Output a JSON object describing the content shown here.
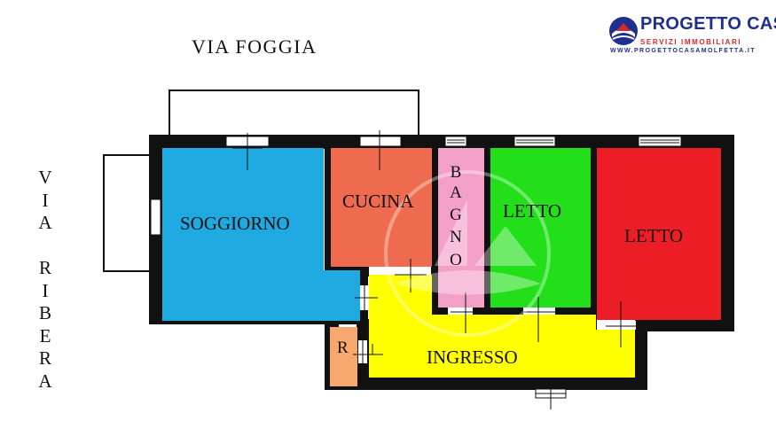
{
  "streets": {
    "top": "VIA  FOGGIA",
    "left": "V\nI\nA\n \nR\nI\nB\nE\nR\nA"
  },
  "logo": {
    "name": "PROGETTO CASA",
    "subtitle": "SERVIZI IMMOBILIARI",
    "website": "WWW.PROGETTOCASAMOLFETTA.IT",
    "icon": "house-wave-logo-icon"
  },
  "rooms": {
    "soggiorno": {
      "label": "SOGGIORNO",
      "color": "#1ea9e0"
    },
    "cucina": {
      "label": "CUCINA",
      "color": "#ef6b4f"
    },
    "bagno": {
      "label_letters": [
        "B",
        "A",
        "G",
        "N",
        "O"
      ],
      "color": "#f3a0c9"
    },
    "letto1": {
      "label": "LETTO",
      "color": "#22df1a"
    },
    "letto2": {
      "label": "LETTO",
      "color": "#ec1d24"
    },
    "ingresso": {
      "label": "INGRESSO",
      "color": "#ffff00"
    },
    "ripostiglio": {
      "label": "R",
      "color": "#f7a86e"
    }
  },
  "colors": {
    "wall": "#111111",
    "logo_blue": "#1f2f8f",
    "logo_red": "#d42a2a"
  },
  "watermark_icon": "sailboat-watermark-icon"
}
